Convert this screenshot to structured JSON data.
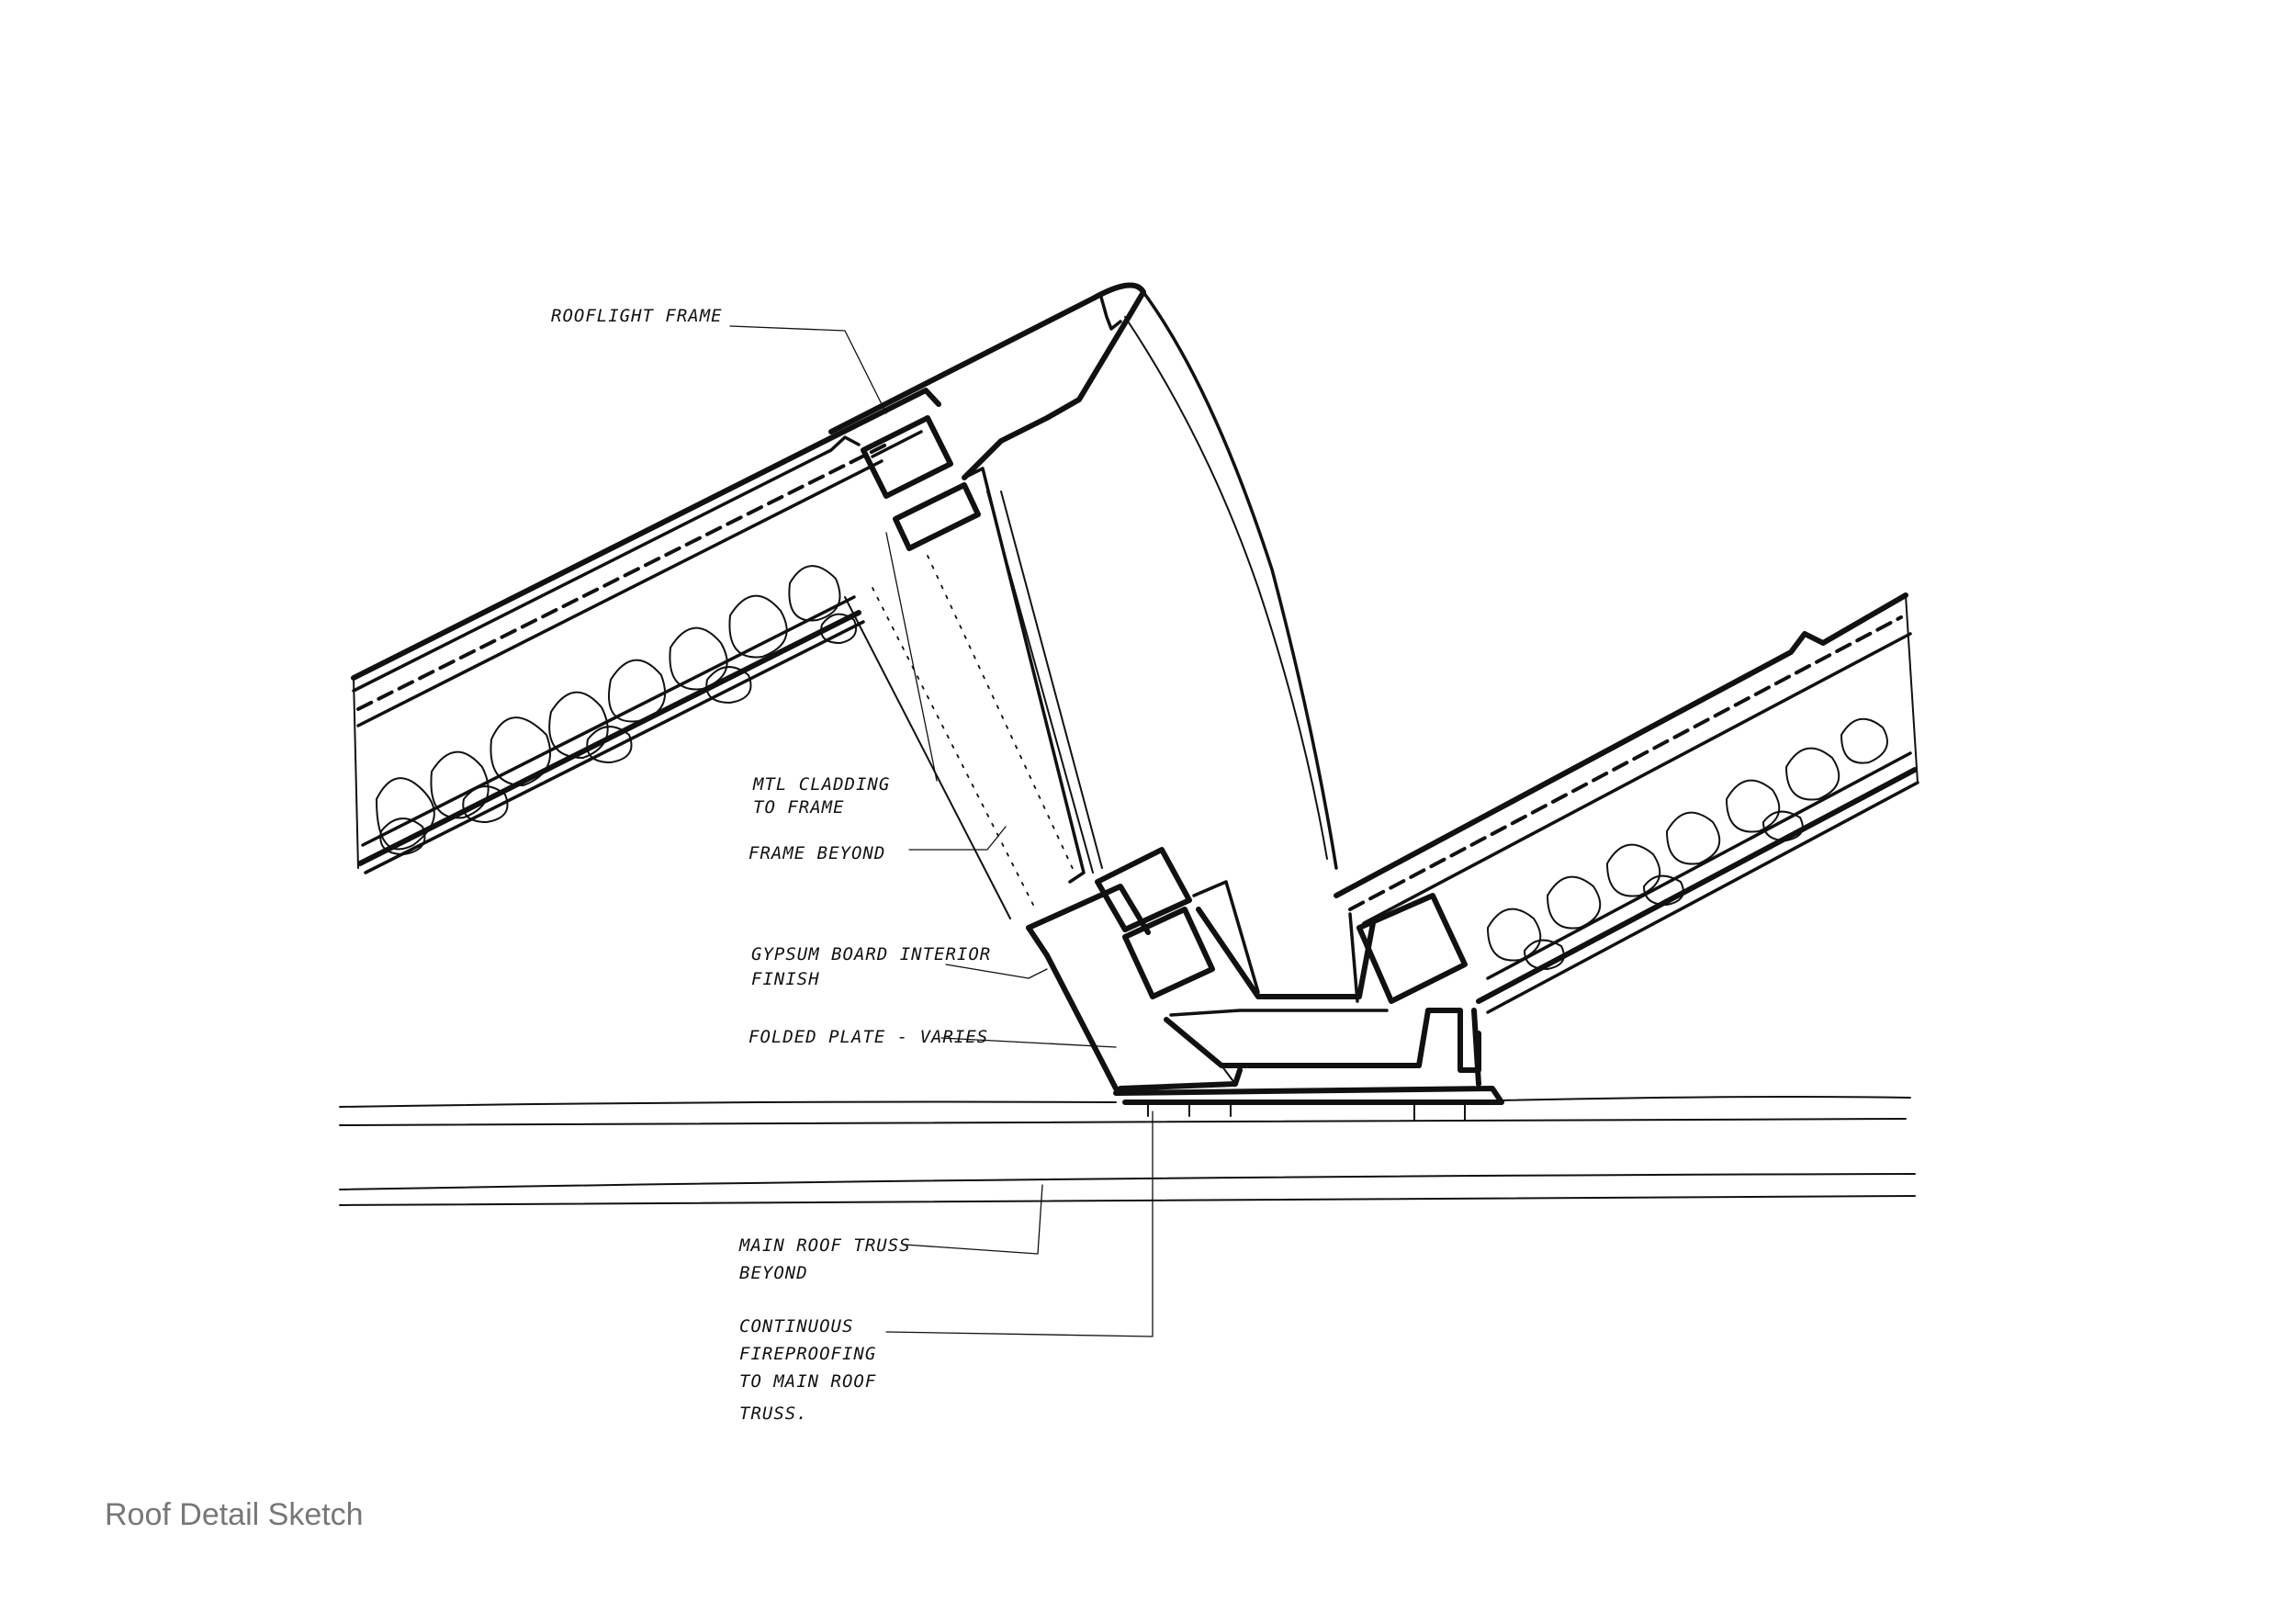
{
  "caption": "Roof Detail Sketch",
  "labels": {
    "rooflight_frame": "ROOFLIGHT FRAME",
    "mtl_cladding_1": "MTL CLADDING",
    "mtl_cladding_2": "TO FRAME",
    "frame_beyond": "FRAME BEYOND",
    "gypsum_1": "GYPSUM BOARD INTERIOR",
    "gypsum_2": "FINISH",
    "folded_plate": "FOLDED PLATE - VARIES",
    "truss_1": "MAIN ROOF TRUSS",
    "truss_2": "BEYOND",
    "fire_1": "CONTINUOUS",
    "fire_2": "FIREPROOFING",
    "fire_3": "TO MAIN ROOF",
    "fire_4": "TRUSS."
  },
  "colors": {
    "ink": "#111111",
    "caption": "#777777",
    "paper": "#ffffff"
  }
}
